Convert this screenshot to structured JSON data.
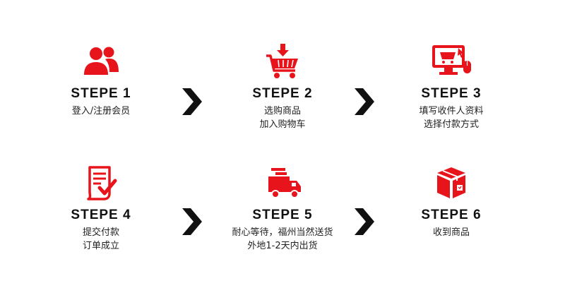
{
  "accent_color": "#e8141c",
  "steps": [
    {
      "title": "STEPE 1",
      "lines": [
        "登入/注册会员",
        ""
      ],
      "icon": "users-icon"
    },
    {
      "title": "STEPE 2",
      "lines": [
        "选购商品",
        "加入购物车"
      ],
      "icon": "cart-icon"
    },
    {
      "title": "STEPE 3",
      "lines": [
        "填写收件人资料",
        "选择付款方式"
      ],
      "icon": "computer-cart-icon"
    },
    {
      "title": "STEPE 4",
      "lines": [
        "提交付款",
        "订单成立"
      ],
      "icon": "document-check-icon"
    },
    {
      "title": "STEPE 5",
      "lines": [
        "耐心等待，福州当然送货",
        "外地1-2天内出货"
      ],
      "icon": "delivery-truck-icon"
    },
    {
      "title": "STEPE 6",
      "lines": [
        "收到商品",
        ""
      ],
      "icon": "package-box-icon"
    }
  ],
  "arrows": [
    "chevron-right-icon",
    "chevron-right-icon",
    "chevron-right-icon",
    "chevron-right-icon"
  ]
}
